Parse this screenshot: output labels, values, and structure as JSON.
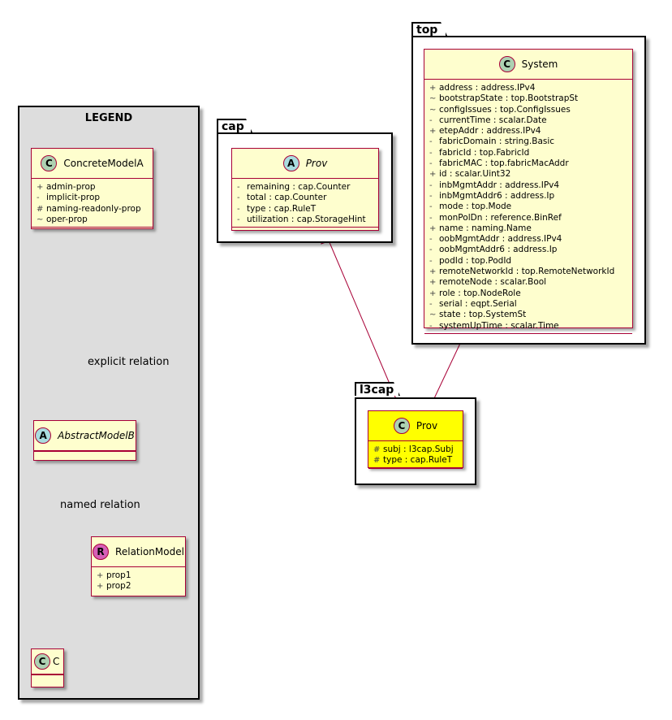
{
  "legend": {
    "title": "LEGEND",
    "concrete": {
      "name": "ConcreteModelA",
      "stereotype": "C",
      "attrs": [
        {
          "vis": "+",
          "text": "admin-prop"
        },
        {
          "vis": "-",
          "text": "implicit-prop"
        },
        {
          "vis": "#",
          "text": "naming-readonly-prop"
        },
        {
          "vis": "~",
          "text": "oper-prop"
        }
      ]
    },
    "abstract": {
      "name": "AbstractModelB",
      "stereotype": "A"
    },
    "relation_model": {
      "name": "RelationModel",
      "stereotype": "R",
      "attrs": [
        {
          "vis": "+",
          "text": "prop1"
        },
        {
          "vis": "+",
          "text": "prop2"
        }
      ]
    },
    "c": {
      "name": "C",
      "stereotype": "C"
    },
    "explicit_relation_label": "explicit relation",
    "named_relation_label": "named relation"
  },
  "packages": {
    "cap": {
      "name": "cap",
      "class": {
        "name": "Prov",
        "stereotype": "A",
        "attrs": [
          {
            "vis": "-",
            "text": "remaining : cap.Counter"
          },
          {
            "vis": "-",
            "text": "total : cap.Counter"
          },
          {
            "vis": "-",
            "text": "type : cap.RuleT"
          },
          {
            "vis": "-",
            "text": "utilization : cap.StorageHint"
          }
        ]
      }
    },
    "top": {
      "name": "top",
      "class": {
        "name": "System",
        "stereotype": "C",
        "attrs": [
          {
            "vis": "+",
            "text": "address : address.IPv4"
          },
          {
            "vis": "~",
            "text": "bootstrapState : top.BootstrapSt"
          },
          {
            "vis": "~",
            "text": "configIssues : top.ConfigIssues"
          },
          {
            "vis": "-",
            "text": "currentTime : scalar.Date"
          },
          {
            "vis": "+",
            "text": "etepAddr : address.IPv4"
          },
          {
            "vis": "-",
            "text": "fabricDomain : string.Basic"
          },
          {
            "vis": "-",
            "text": "fabricId : top.FabricId"
          },
          {
            "vis": "-",
            "text": "fabricMAC : top.fabricMacAddr"
          },
          {
            "vis": "+",
            "text": "id : scalar.Uint32"
          },
          {
            "vis": "-",
            "text": "inbMgmtAddr : address.IPv4"
          },
          {
            "vis": "-",
            "text": "inbMgmtAddr6 : address.Ip"
          },
          {
            "vis": "-",
            "text": "mode : top.Mode"
          },
          {
            "vis": "-",
            "text": "monPolDn : reference.BinRef"
          },
          {
            "vis": "+",
            "text": "name : naming.Name"
          },
          {
            "vis": "-",
            "text": "oobMgmtAddr : address.IPv4"
          },
          {
            "vis": "-",
            "text": "oobMgmtAddr6 : address.Ip"
          },
          {
            "vis": "-",
            "text": "podId : top.PodId"
          },
          {
            "vis": "+",
            "text": "remoteNetworkId : top.RemoteNetworkId"
          },
          {
            "vis": "+",
            "text": "remoteNode : scalar.Bool"
          },
          {
            "vis": "+",
            "text": "role : top.NodeRole"
          },
          {
            "vis": "-",
            "text": "serial : eqpt.Serial"
          },
          {
            "vis": "~",
            "text": "state : top.SystemSt"
          },
          {
            "vis": "-",
            "text": "systemUpTime : scalar.Time"
          }
        ]
      }
    },
    "l3cap": {
      "name": "l3cap",
      "class": {
        "name": "Prov",
        "stereotype": "C",
        "attrs": [
          {
            "vis": "#",
            "text": "subj : l3cap.Subj"
          },
          {
            "vis": "#",
            "text": "type : cap.RuleT"
          }
        ]
      }
    }
  },
  "colors": {
    "class_fill": "#fefece",
    "class_border": "#a80036",
    "highlight_fill": "#ffff00",
    "legend_fill": "#dddddd"
  }
}
